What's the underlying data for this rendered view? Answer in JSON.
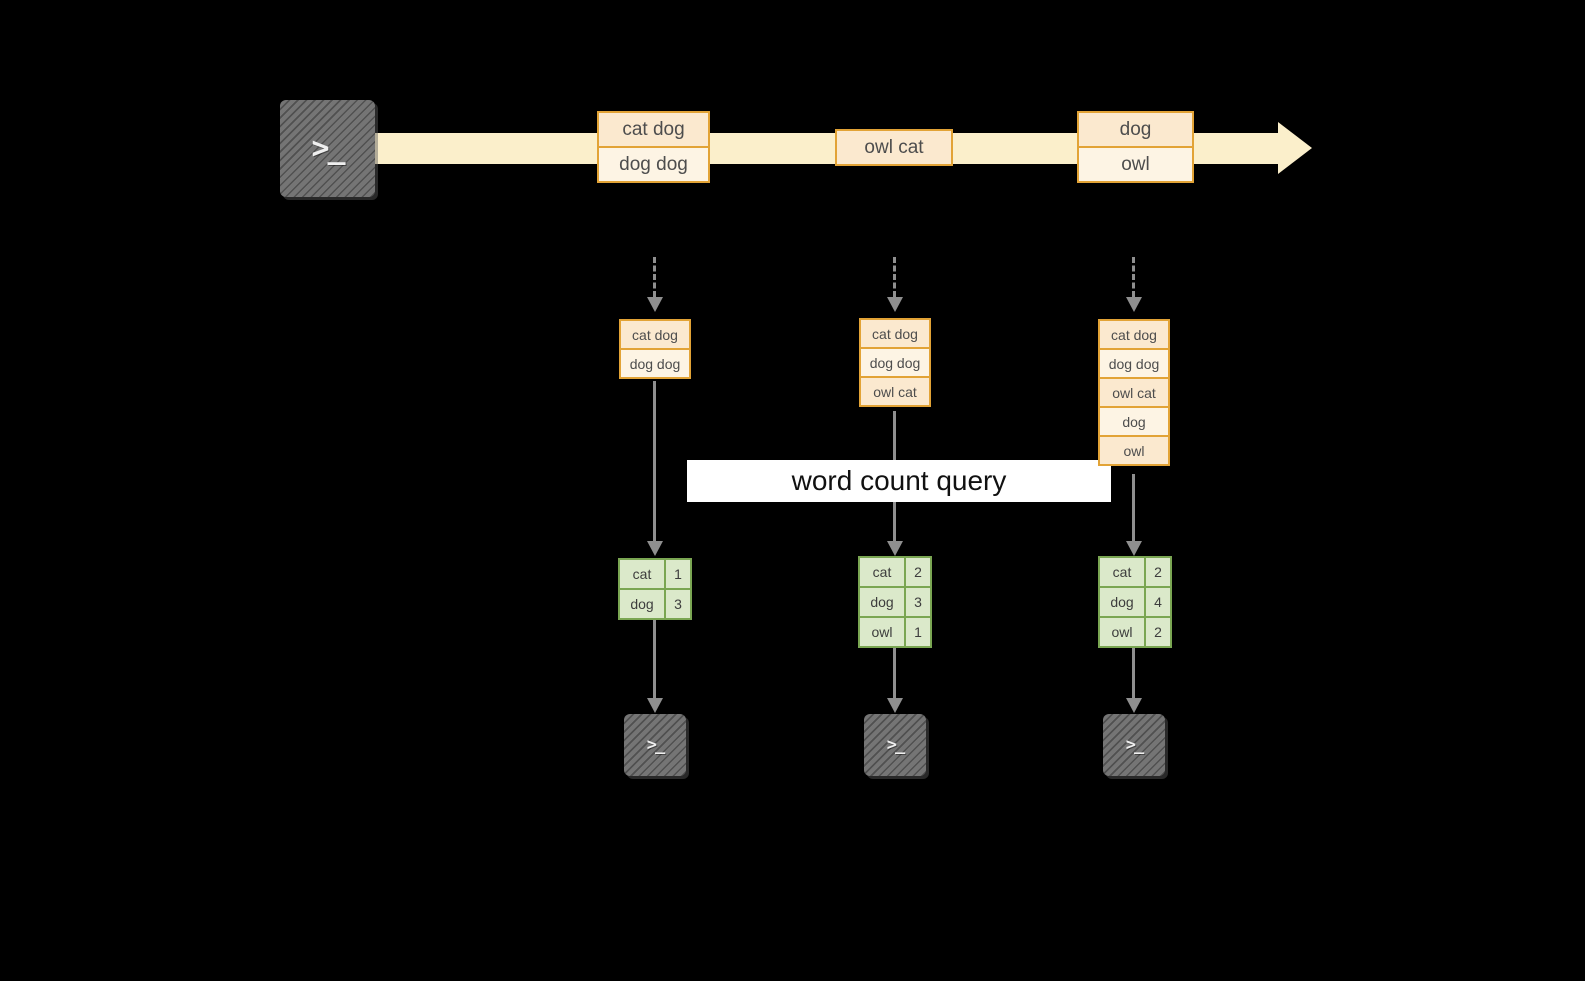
{
  "colors": {
    "background": "#000000",
    "stream_arrow": "#fbefcb",
    "event_border": "#e2a336",
    "event_fill_light": "#fdf4e4",
    "event_fill_dark": "#fbe9cf",
    "table_border": "#7aa652",
    "table_fill": "#dbe9ca",
    "flow_arrow": "#8f8f8f",
    "terminal_fill": "#6f6f6f",
    "banner_background": "#ffffff",
    "banner_text": "#111111",
    "box_text": "#4d4d4d"
  },
  "icons": {
    "terminal_prompt": ">_"
  },
  "banner": {
    "label": "word count query"
  },
  "timeline": {
    "events": [
      {
        "lines": [
          "cat dog",
          "dog dog"
        ]
      },
      {
        "lines": [
          "owl cat"
        ]
      },
      {
        "lines": [
          "dog",
          "owl"
        ]
      }
    ]
  },
  "columns": [
    {
      "buffer": [
        "cat dog",
        "dog dog"
      ],
      "counts": [
        {
          "word": "cat",
          "value": "1"
        },
        {
          "word": "dog",
          "value": "3"
        }
      ]
    },
    {
      "buffer": [
        "cat dog",
        "dog dog",
        "owl cat"
      ],
      "counts": [
        {
          "word": "cat",
          "value": "2"
        },
        {
          "word": "dog",
          "value": "3"
        },
        {
          "word": "owl",
          "value": "1"
        }
      ]
    },
    {
      "buffer": [
        "cat dog",
        "dog dog",
        "owl cat",
        "dog",
        "owl"
      ],
      "counts": [
        {
          "word": "cat",
          "value": "2"
        },
        {
          "word": "dog",
          "value": "4"
        },
        {
          "word": "owl",
          "value": "2"
        }
      ]
    }
  ]
}
